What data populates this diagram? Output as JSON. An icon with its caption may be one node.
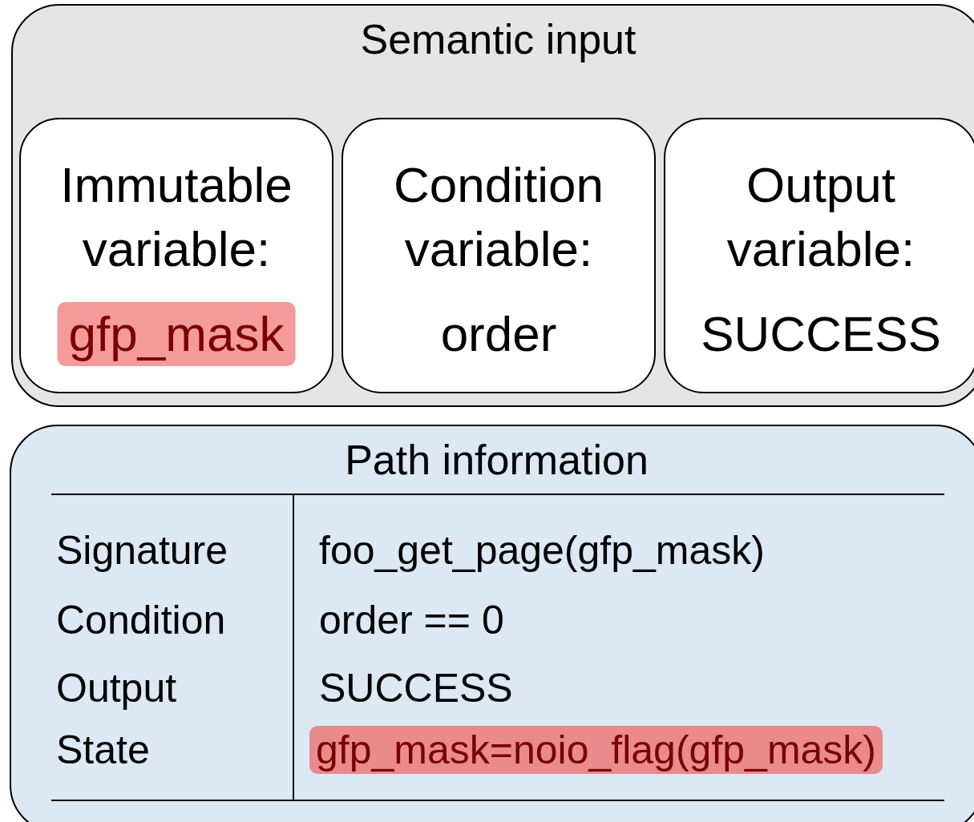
{
  "diagram": {
    "nodes": [
      {
        "text": [
          "Semantic input"
        ]
      },
      {
        "text": [
          "Immutable variable:",
          "gfp_mask"
        ],
        "in": 0
      },
      {
        "text": [
          "Condition variable:",
          "order"
        ],
        "in": 0
      },
      {
        "text": [
          "Output variable:",
          "SUCCESS"
        ],
        "in": 0
      },
      {
        "text": [
          "Path information"
        ]
      }
    ],
    "labels": [
      "Signature",
      "foo_get_page(gfp_mask)",
      "Condition",
      "order == 0",
      "Output",
      "SUCCESS",
      "State",
      "gfp_mask=noio_flag(gfp_mask)"
    ]
  }
}
